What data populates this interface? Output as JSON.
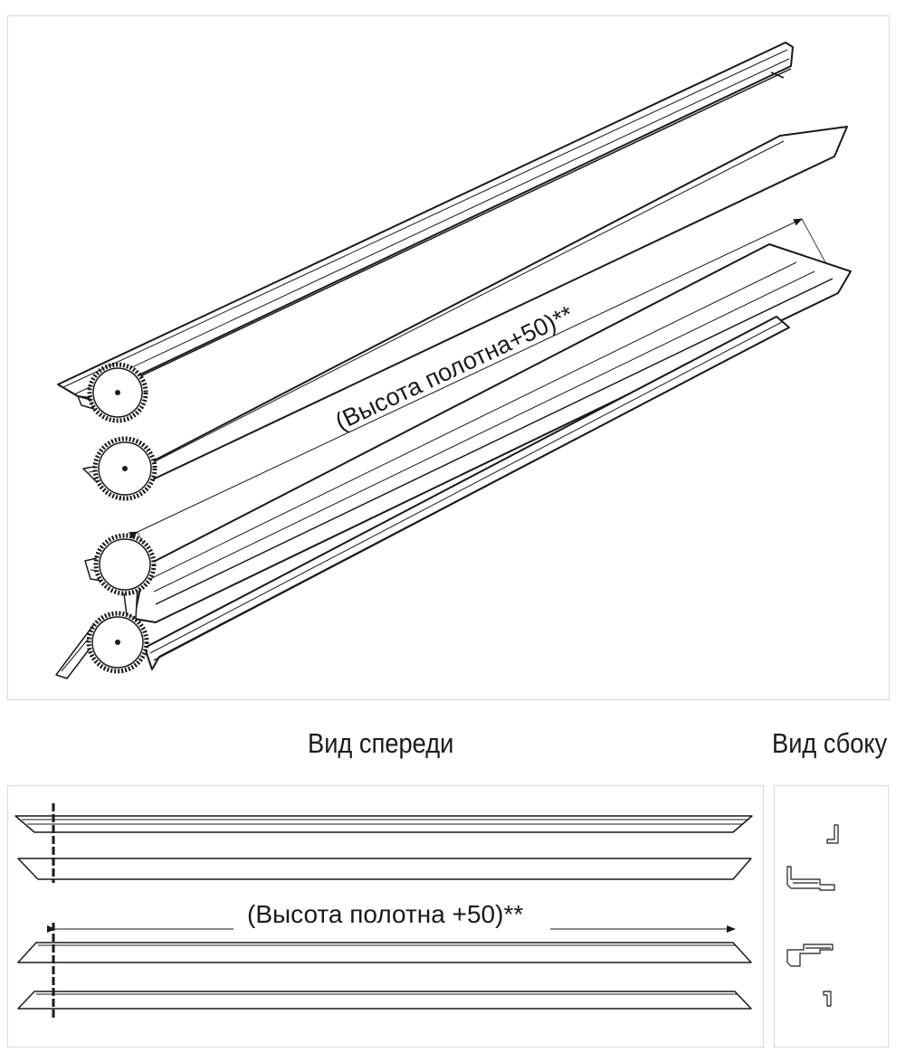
{
  "headings": {
    "front_view": "Вид спереди",
    "side_view": "Вид сбоку"
  },
  "dimensions": {
    "iso_label": "(Высота полотна+50)**",
    "front_label": "(Высота полотна +50)**"
  },
  "colors": {
    "line": "#1a1a1a",
    "fill": "#ffffff",
    "frame": "#d9d9d9"
  }
}
